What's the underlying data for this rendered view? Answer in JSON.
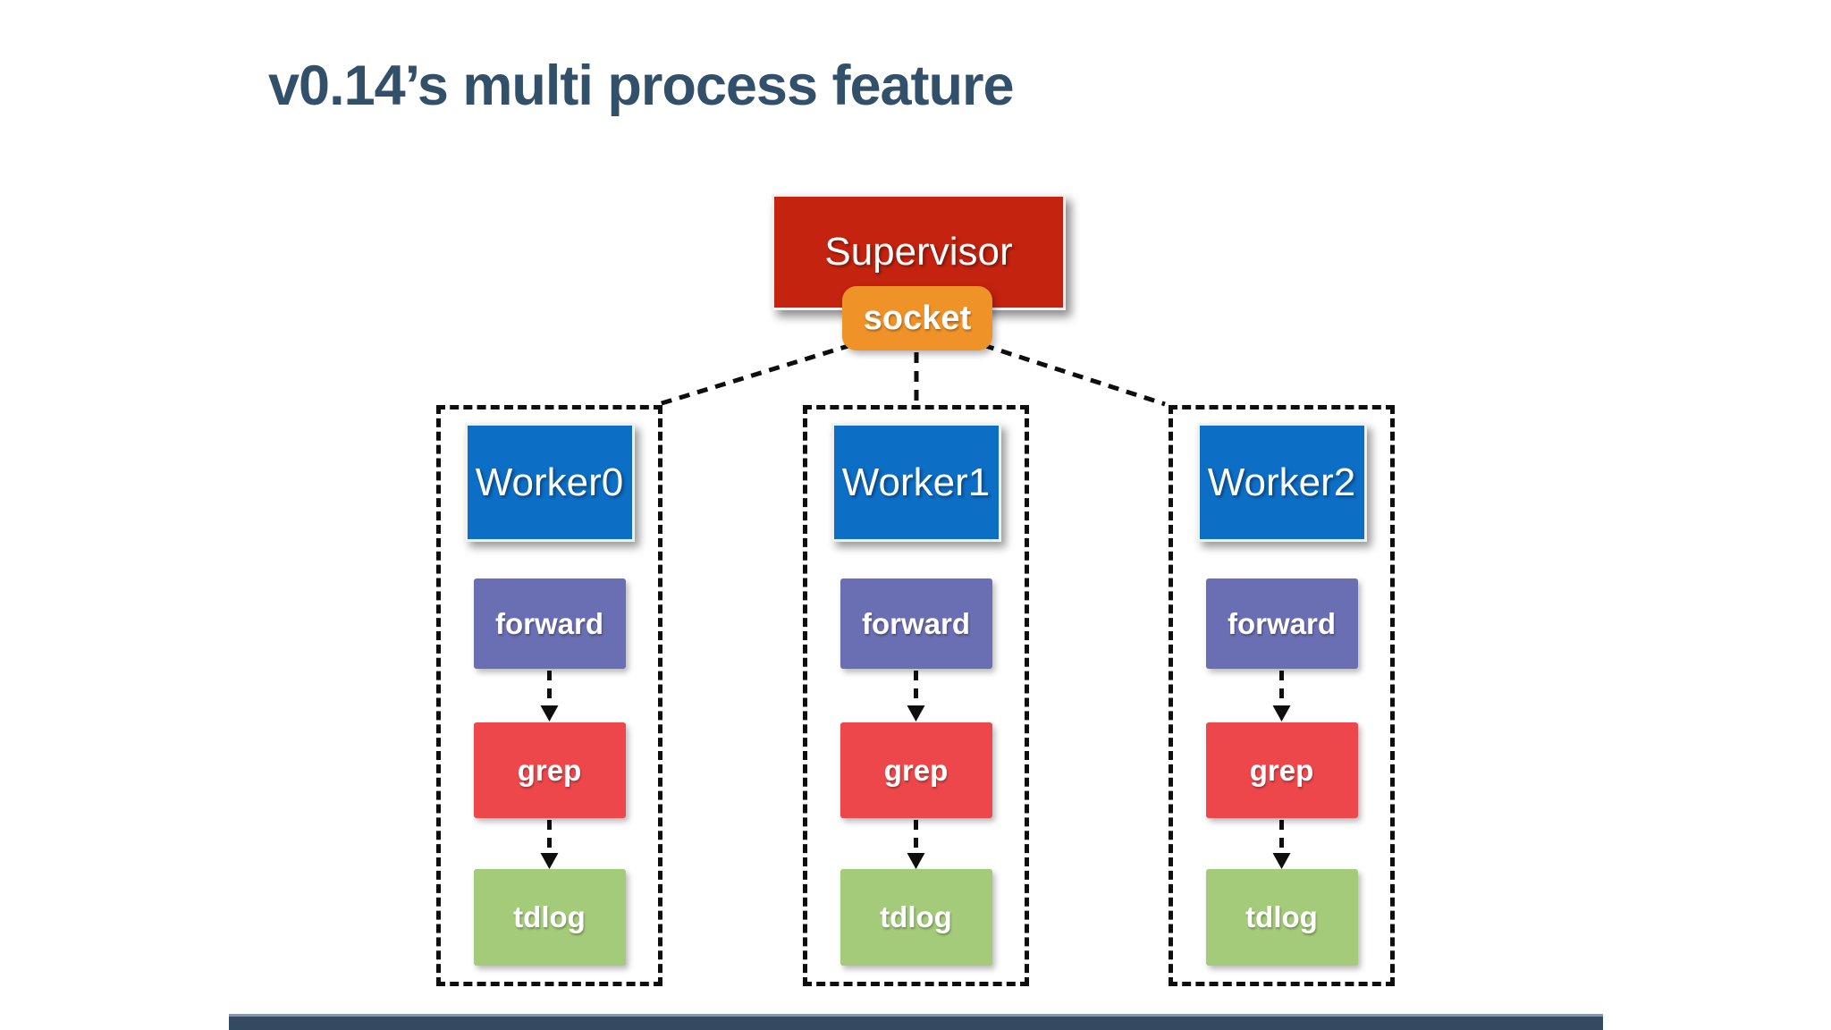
{
  "slide": {
    "title": "v0.14’s multi process feature",
    "supervisor": {
      "label": "Supervisor"
    },
    "socket": {
      "label": "socket"
    },
    "workers": [
      {
        "name": "Worker0",
        "plugins": [
          "forward",
          "grep",
          "tdlog"
        ]
      },
      {
        "name": "Worker1",
        "plugins": [
          "forward",
          "grep",
          "tdlog"
        ]
      },
      {
        "name": "Worker2",
        "plugins": [
          "forward",
          "grep",
          "tdlog"
        ]
      }
    ],
    "colors": {
      "title_text": "#33506b",
      "supervisor_fill": "#c4230f",
      "socket_fill": "#ef9228",
      "worker_fill": "#0d6ec6",
      "forward_fill": "#6a6fb3",
      "grep_fill": "#ee474b",
      "tdlog_fill": "#a4cb7a",
      "connector_line": "#0e0e0e",
      "footer_bar": "#334a60"
    }
  }
}
